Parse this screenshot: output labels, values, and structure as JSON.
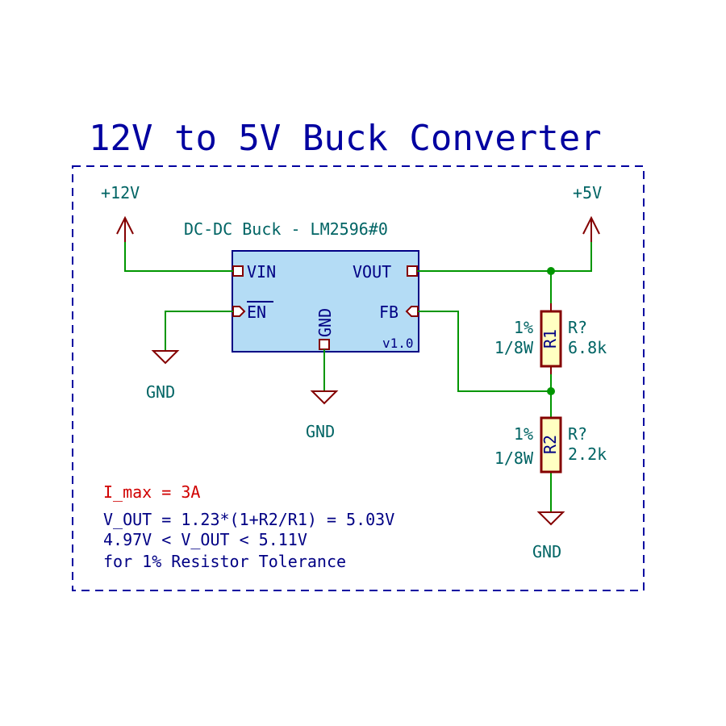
{
  "title": "12V to 5V Buck Converter",
  "power": {
    "vin_label": "+12V",
    "vout_label": "+5V",
    "gnd_label": "GND"
  },
  "ic": {
    "name": "DC-DC Buck - LM2596#0",
    "pins": {
      "vin": "VIN",
      "en": "EN",
      "gnd": "GND",
      "vout": "VOUT",
      "fb": "FB"
    },
    "version": "v1.0"
  },
  "resistors": [
    {
      "ref": "R1",
      "designator": "R?",
      "value": "6.8k",
      "tolerance": "1%",
      "power": "1/8W"
    },
    {
      "ref": "R2",
      "designator": "R?",
      "value": "2.2k",
      "tolerance": "1%",
      "power": "1/8W"
    }
  ],
  "notes": {
    "imax": "I_max = 3A",
    "formula": "V_OUT = 1.23*(1+R2/R1) = 5.03V",
    "range": "4.97V < V_OUT < 5.11V",
    "tolerance_note": "for 1% Resistor Tolerance"
  },
  "colors": {
    "title": "#0000a0",
    "wire": "#009600",
    "symbol": "#840000",
    "label_teal": "#006464",
    "ic_fill": "#b4dcf5",
    "resistor_fill": "#ffffc2",
    "note_red": "#d00000",
    "note_navy": "#000084"
  }
}
